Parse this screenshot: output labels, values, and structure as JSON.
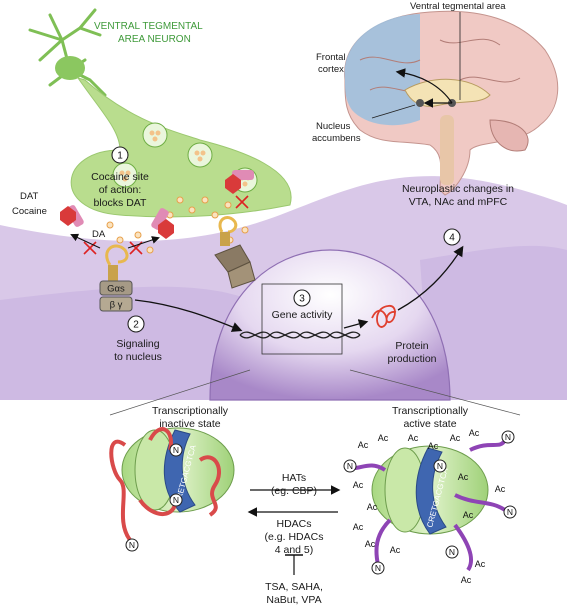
{
  "neuron_label": [
    "VENTRAL TEGMENTAL",
    "AREA NEURON"
  ],
  "brain_labels": {
    "vta": "Ventral tegmental area",
    "frontal_cortex": [
      "Frontal",
      "cortex"
    ],
    "nucleus_accumbens": [
      "Nucleus",
      "accumbens"
    ]
  },
  "steps": [
    {
      "number": "1",
      "lines": [
        "Cocaine site",
        "of action:",
        "blocks DAT"
      ]
    },
    {
      "number": "2",
      "lines": [
        "Signaling",
        "to nucleus"
      ]
    },
    {
      "number": "3",
      "lines": [
        "Gene activity"
      ]
    },
    {
      "number": "4",
      "lines": [
        "Neuroplastic changes in",
        "VTA, NAc and mPFC"
      ]
    }
  ],
  "synapse_labels": {
    "dat": "DAT",
    "cocaine": "Cocaine",
    "da": "DA",
    "g_alpha": "Gαs",
    "g_beta_gamma": "β  γ"
  },
  "protein_label": [
    "Protein",
    "production"
  ],
  "chromatin": {
    "inactive_label": [
      "Transcriptionally",
      "inactive state"
    ],
    "active_label": [
      "Transcriptionally",
      "active state"
    ],
    "dna_sequence": "CRETGACGTCA",
    "n_tail": "N",
    "acetyl": "Ac"
  },
  "enzymes": {
    "hats": [
      "HATs",
      "(eg. CBP)"
    ],
    "hdacs": [
      "HDACs",
      "(e.g. HDACs",
      "4 and 5)"
    ],
    "inhibitors": [
      "TSA, SAHA,",
      "NaBut, VPA"
    ]
  },
  "colors": {
    "neuron_green": "#b9dd8e",
    "membrane_purple": "#d7c6e6",
    "nucleus_purple": "#b79bd1",
    "histone_green": "#c9e8a8",
    "dna_blue": "#3f66b0",
    "tail_red": "#d94a4a",
    "tail_purple": "#8e44b5",
    "brain_blue": "#9fc0de",
    "brain_pink": "#f0c9c4"
  }
}
